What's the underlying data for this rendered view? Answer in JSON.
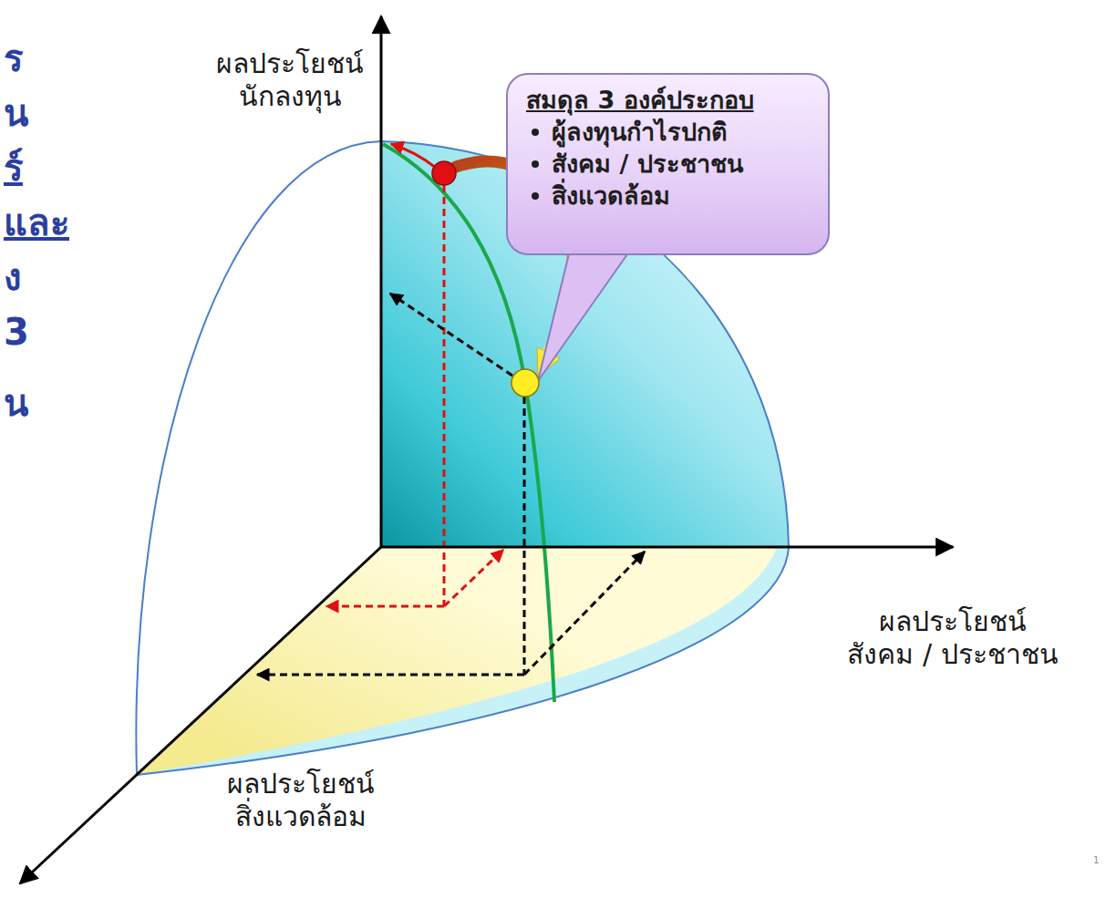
{
  "diagram": {
    "nodes": [
      {
        "text": [
          "สมดุล 3 องค์ประกอบ",
          "ผู้ลงทุนกำไรปกติ",
          "สังคม / ประชาชน",
          "สิ่งแวดล้อม"
        ]
      }
    ],
    "labels": [
      "ร",
      "น",
      "ร์",
      "และ",
      "ง",
      "3",
      "น",
      "ผลประโยชน์ นักลงทุน",
      "ผลประโยชน์ สังคม / ประชาชน",
      "ผลประโยชน์ สิ่งแวดล้อม",
      "1"
    ]
  }
}
